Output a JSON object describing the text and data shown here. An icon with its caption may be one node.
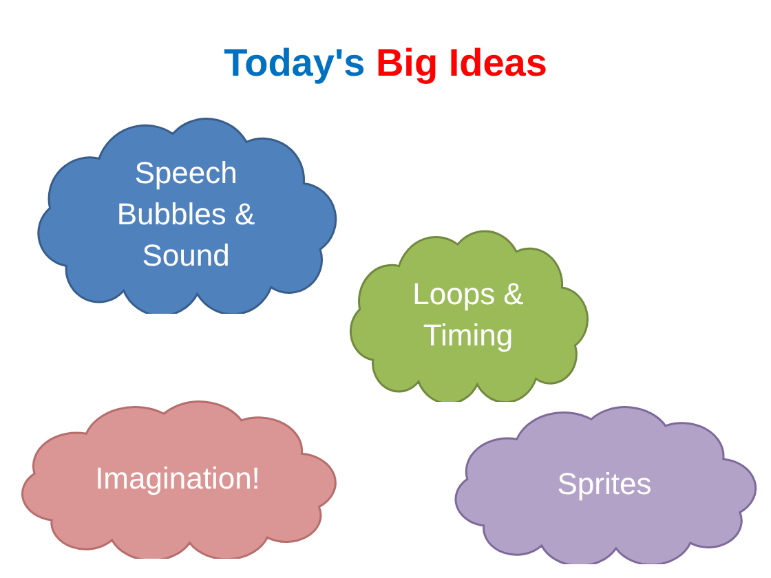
{
  "diagram": {
    "title": "Today's Big Ideas",
    "nodes": [
      {
        "text": [
          "Speech Bubbles & Sound"
        ]
      },
      {
        "text": [
          "Loops & Timing"
        ]
      },
      {
        "text": [
          "Sprites"
        ]
      },
      {
        "text": [
          "Imagination!"
        ]
      }
    ]
  }
}
